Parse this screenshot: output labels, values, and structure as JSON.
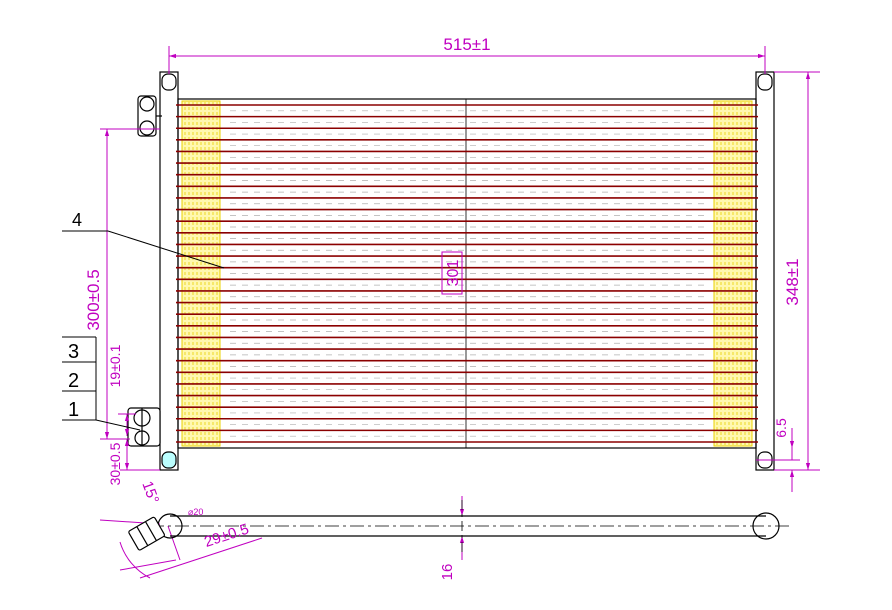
{
  "dimensions": {
    "width": "515±1",
    "height_total": "348±1",
    "height_core": "300±0.5",
    "center": "301",
    "pitch": "19±0.1",
    "bottom_offset": "30±0.5",
    "small_gap": "6.5",
    "angle": "15°",
    "diameter": "⌀20",
    "fitting_offset": "29±0.5",
    "thickness": "16"
  },
  "callouts": [
    "1",
    "2",
    "3",
    "4"
  ],
  "tubes": {
    "count": 30
  },
  "colors": {
    "dimension": "#c000c0",
    "tube": "#8b0000",
    "fin": "#e8d000",
    "outline": "#000000",
    "highlight": "#00c0c0"
  }
}
